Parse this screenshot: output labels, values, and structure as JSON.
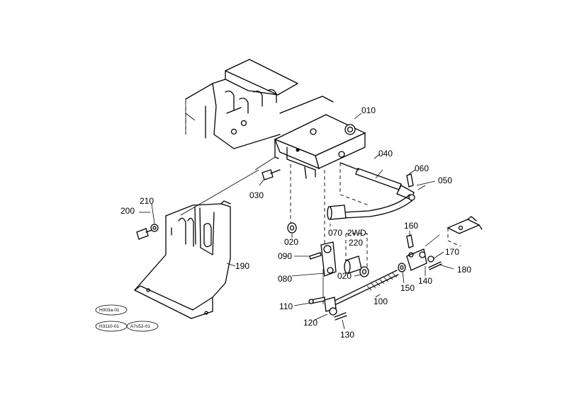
{
  "parts": {
    "p010": "010",
    "p020a": "020",
    "p020b": "020",
    "p030": "030",
    "p040": "040",
    "p050": "050",
    "p060": "060",
    "p070": "070",
    "p080": "080",
    "p090": "090",
    "p100": "100",
    "p110": "110",
    "p120": "120",
    "p130": "130",
    "p140": "140",
    "p150": "150",
    "p160": "160",
    "p170": "170",
    "p180": "180",
    "p190": "190",
    "p200": "200",
    "p210": "210",
    "p220": "220"
  },
  "variant_label": "2WD",
  "ref_codes": {
    "top": "H003a-01",
    "left": "H3110-01",
    "right": "A7s52-01"
  }
}
